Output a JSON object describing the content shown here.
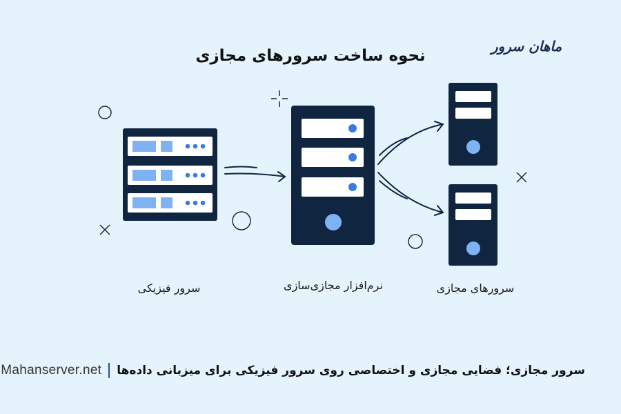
{
  "logo": "ماهان سرور",
  "title": "نحوه ساخت سرورهای مجازی",
  "labels": {
    "physical": "سرور فیزیکی",
    "software": "نرم‌افزار مجازی‌سازی",
    "virtual": "سرورهای مجازی"
  },
  "footer": {
    "site": "Mahanserver.net",
    "tagline": "سرور مجازی؛ فضایی مجازی و اختصاصی روی سرور فیزیکی برای میزبانی داده‌ها"
  },
  "colors": {
    "navy": "#0f2540",
    "light_blue": "#7fb2f2",
    "dot_blue": "#3a7be0",
    "bg": "#e5f3fc"
  }
}
